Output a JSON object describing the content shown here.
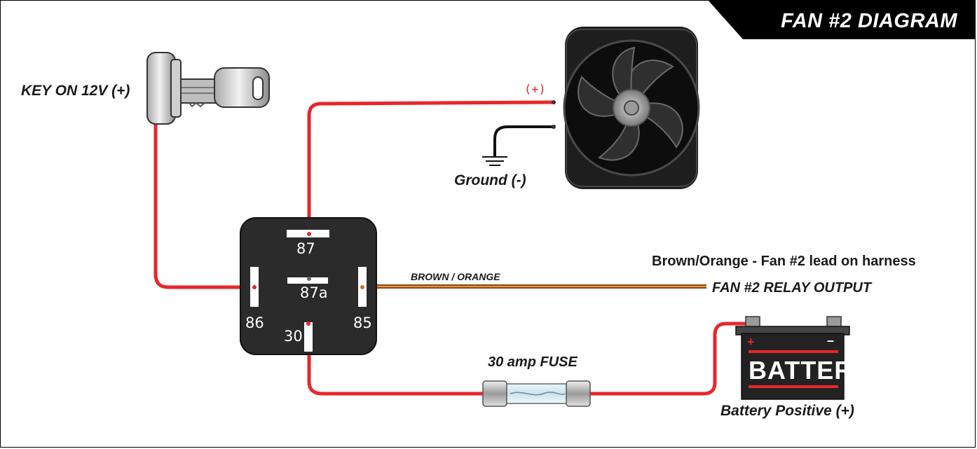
{
  "title": "FAN #2 DIAGRAM",
  "labels": {
    "key": "KEY ON 12V (+)",
    "ground": "Ground (-)",
    "fan_plus": "(+)",
    "harness_note": "Brown/Orange - Fan #2 lead on harness",
    "relay_output": "FAN #2 RELAY OUTPUT",
    "wire": "BROWN / ORANGE",
    "fuse": "30 amp FUSE",
    "battery_word": "BATTERY",
    "battery_pos": "Battery Positive (+)",
    "batt_plus": "+",
    "batt_minus": "–"
  },
  "relay_pins": {
    "p87": "87",
    "p87a": "87a",
    "p86": "86",
    "p85": "85",
    "p30": "30"
  },
  "colors": {
    "wire_red": "#e8262b",
    "wire_orange": "#c8752a",
    "wire_black": "#111111",
    "relay": "#2b2b2b",
    "battery": "#222222",
    "title_bg": "#000000"
  }
}
